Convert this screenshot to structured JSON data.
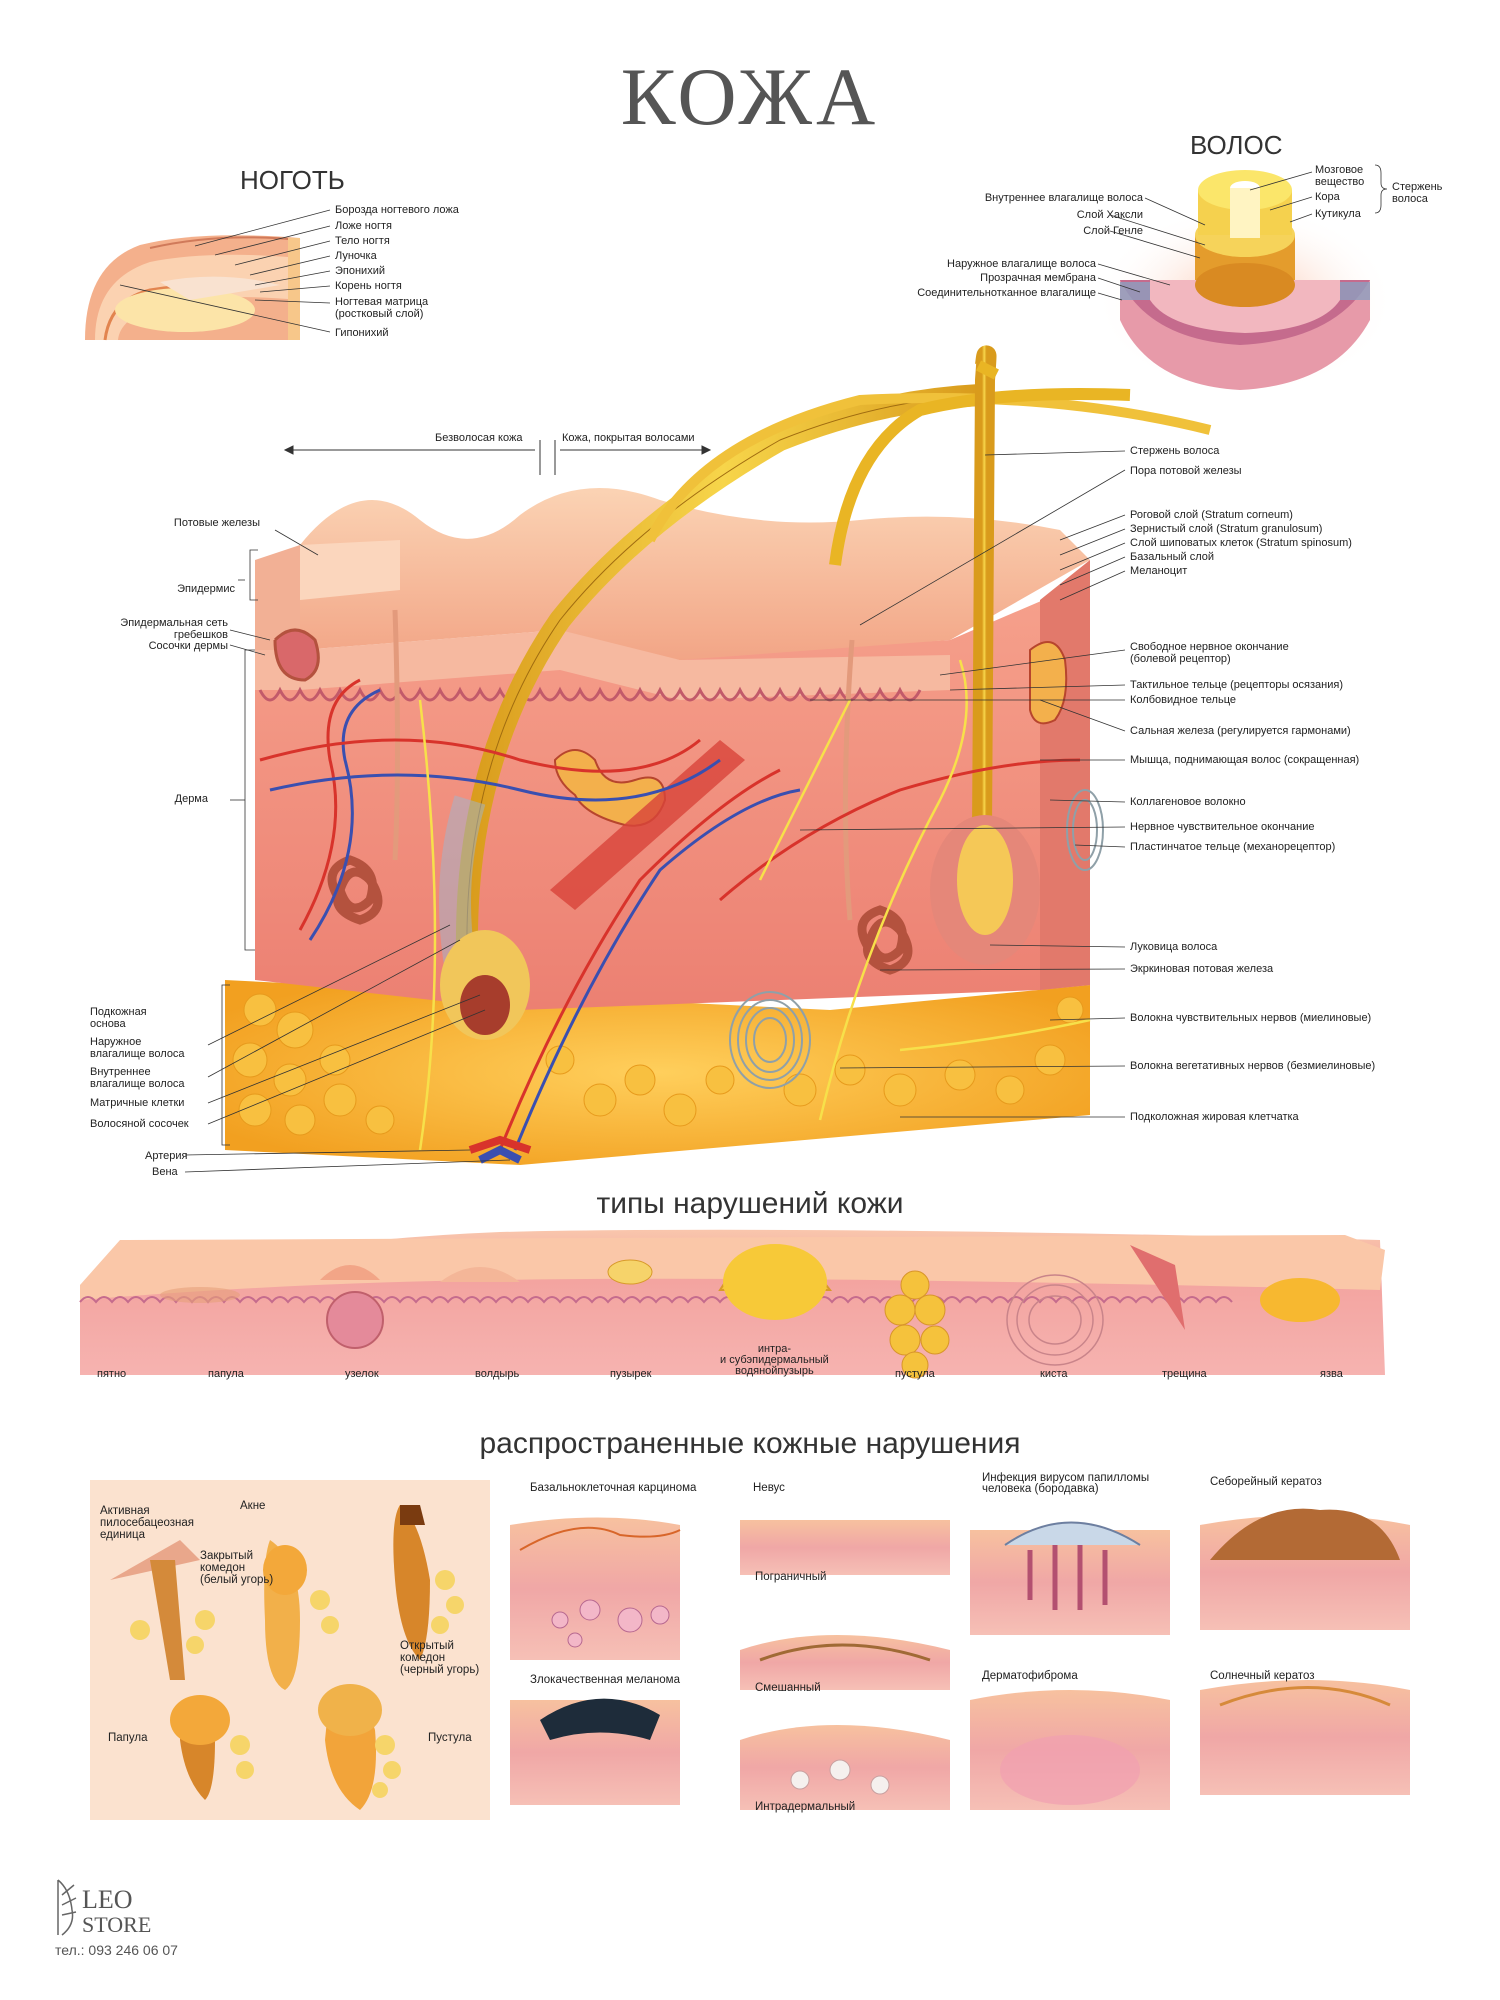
{
  "title": "КОЖА",
  "nail": {
    "heading": "НОГОТЬ",
    "labels": [
      "Борозда ногтевого ложа",
      "Ложе ногтя",
      "Тело ногтя",
      "Луночка",
      "Эпонихий",
      "Корень ногтя",
      "Ногтевая матрица\n(ростковый слой)",
      "Гипонихий"
    ]
  },
  "hair": {
    "heading": "ВОЛОС",
    "left_labels": [
      "Внутреннее влагалище волоса",
      "Слой Хаксли",
      "Слой Генле",
      "Наружное влагалище волоса",
      "Прозрачная мембрана",
      "Соединительнотканное влагалище"
    ],
    "right_labels": [
      "Мозговое\nвещество",
      "Кора",
      "Кутикула"
    ],
    "bracket_label": "Стержень\nволоса"
  },
  "section": {
    "top_left": "Безволосая кожа",
    "top_right": "Кожа, покрытая волосами",
    "left_labels": {
      "sweat_glands": "Потовые железы",
      "epidermis": "Эпидермис",
      "rete": "Эпидермальная сеть\nгребешков",
      "papillae": "Сосочки дермы",
      "dermis": "Дерма",
      "subcutis": "Подкожная\nоснова",
      "outer_sheath": "Наружное\nвлагалище волоса",
      "inner_sheath": "Внутреннее\nвлагалище волоса",
      "matrix": "Матричные клетки",
      "papilla": "Волосяной сосочек",
      "artery": "Артерия",
      "vein": "Вена"
    },
    "right_labels": [
      {
        "text": "Стержень волоса"
      },
      {
        "text": "Пора потовой железы"
      },
      {
        "text": "Роговой слой (Stratum corneum)"
      },
      {
        "text": "Зернистый слой (Stratum granulosum)"
      },
      {
        "text": "Слой шиповатых клеток (Stratum spinosum)"
      },
      {
        "text": "Базальный слой"
      },
      {
        "text": "Меланоцит"
      },
      {
        "text": "Свободное нервное окончание\n(болевой рецептор)"
      },
      {
        "text": "Тактильное тельце (рецепторы осязания)"
      },
      {
        "text": "Колбовидное тельце"
      },
      {
        "text": "Сальная железа (регулируется гармонами)"
      },
      {
        "text": "Мышца, поднимающая волос (сокращенная)"
      },
      {
        "text": "Коллагеновое волокно"
      },
      {
        "text": "Нервное чувствительное окончание"
      },
      {
        "text": "Пластинчатое тельце (механорецептор)"
      },
      {
        "text": "Луковица волоса"
      },
      {
        "text": "Экркиновая потовая железа"
      },
      {
        "text": "Волокна чувствительных нервов (миелиновые)"
      },
      {
        "text": "Волокна вегетативных нервов (безмиелиновые)"
      },
      {
        "text": "Подколожная жировая клетчатка"
      }
    ]
  },
  "types": {
    "heading": "типы нарушений кожи",
    "labels": [
      "пятно",
      "папула",
      "узелок",
      "волдырь",
      "пузырек",
      "интра-\nи субэпидермальный\nводянойпузырь",
      "пустула",
      "киста",
      "трещина",
      "язва"
    ]
  },
  "common": {
    "heading": "распространенные кожные нарушения",
    "acne": {
      "labels": [
        "Активная\nпилосебацеозная\nединица",
        "Акне",
        "Закрытый\nкомедон\n(белый угорь)",
        "Открытый\nкомедон\n(черный угорь)",
        "Папула",
        "Пустула"
      ]
    },
    "panels": [
      {
        "title": "Базальноклеточная карцинома"
      },
      {
        "title": "Невус"
      },
      {
        "title": "Инфекция вирусом папилломы\nчеловека (бородавка)"
      },
      {
        "title": "Себорейный кератоз"
      },
      {
        "title": "Злокачественная меланома"
      },
      {
        "title": "Дерматофиброма"
      },
      {
        "title": "Солнечный кератоз"
      }
    ],
    "nevus_sub": [
      "Пограничный",
      "Смешанный",
      "Интрадермальный"
    ]
  },
  "footer": {
    "logo_line1": "LEO",
    "logo_line2": "STORE",
    "phone": "тел.: 093 246 06 07"
  },
  "colors": {
    "skin": "#f4a98a",
    "fat": "#f7b02a",
    "hair": "#e9b524",
    "dermis": "#f1907f",
    "vessel_red": "#d8332b",
    "vessel_blue": "#3a4fb0"
  }
}
